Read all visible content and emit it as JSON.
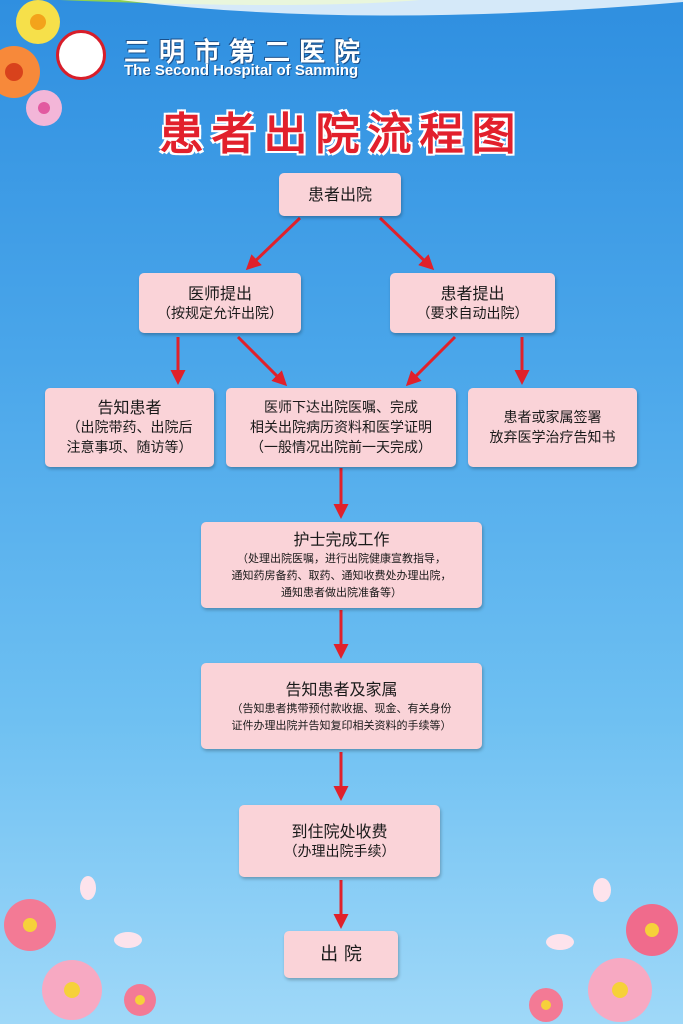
{
  "header": {
    "hospital_name": "三明市第二医院",
    "hospital_name_en": "The Second Hospital of Sanming"
  },
  "title": "患者出院流程图",
  "nodes": {
    "start": {
      "title": "患者出院"
    },
    "doctor": {
      "title": "医师提出",
      "note": "（按规定允许出院）"
    },
    "patient": {
      "title": "患者提出",
      "note": "（要求自动出院）"
    },
    "inform": {
      "title": "告知患者",
      "lines": [
        "（出院带药、出院后",
        "注意事项、随访等）"
      ]
    },
    "order": {
      "lines": [
        "医师下达出院医嘱、完成",
        "相关出院病历资料和医学证明",
        "（一般情况出院前一天完成）"
      ]
    },
    "sign": {
      "lines": [
        "患者或家属签署",
        "放弃医学治疗告知书"
      ]
    },
    "nurse": {
      "title": "护士完成工作",
      "lines": [
        "（处理出院医嘱，进行出院健康宣教指导，",
        "通知药房备药、取药、通知收费处办理出院，",
        "通知患者做出院准备等）"
      ]
    },
    "family": {
      "title": "告知患者及家属",
      "lines": [
        "（告知患者携带预付款收据、现金、有关身份",
        "证件办理出院并告知复印相关资料的手续等）"
      ]
    },
    "billing": {
      "title": "到住院处收费",
      "note": "（办理出院手续）"
    },
    "end": {
      "title": "出 院"
    }
  },
  "colors": {
    "arrow": "#e0212b",
    "box_fill": "#fad3d8",
    "title_red": "#e2202c"
  },
  "icons": [
    "hospital-logo-icon",
    "flower-icon",
    "arrow-icon"
  ]
}
